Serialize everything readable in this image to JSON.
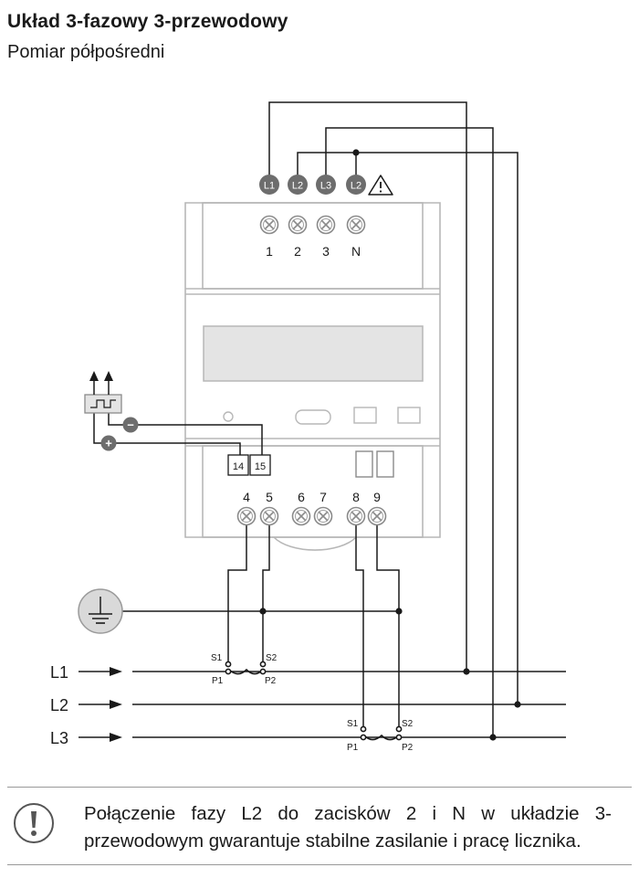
{
  "title": "Układ 3-fazowy 3-przewodowy",
  "subtitle": "Pomiar półpośredni",
  "terminals_top": [
    {
      "badge": "L1",
      "number": "1"
    },
    {
      "badge": "L2",
      "number": "2"
    },
    {
      "badge": "L3",
      "number": "3"
    },
    {
      "badge": "L2",
      "number": "N"
    }
  ],
  "terminals_bottom": [
    "4",
    "5",
    "6",
    "7",
    "8",
    "9"
  ],
  "pulse_terminals": [
    "14",
    "15"
  ],
  "pulse_signs": {
    "minus": "−",
    "plus": "+"
  },
  "lines": [
    "L1",
    "L2",
    "L3"
  ],
  "ct_labels": {
    "s1": "S1",
    "s2": "S2",
    "p1": "P1",
    "p2": "P2"
  },
  "note": "Połączenie fazy L2 do zacisków 2 i N w układzie 3-przewodowym gwarantuje stabilne zasilanie i pracę licznika.",
  "colors": {
    "wire": "#1a1a1a",
    "housing": "#b7b7b7",
    "badge": "#6d6d6d",
    "separator": "#999999"
  }
}
